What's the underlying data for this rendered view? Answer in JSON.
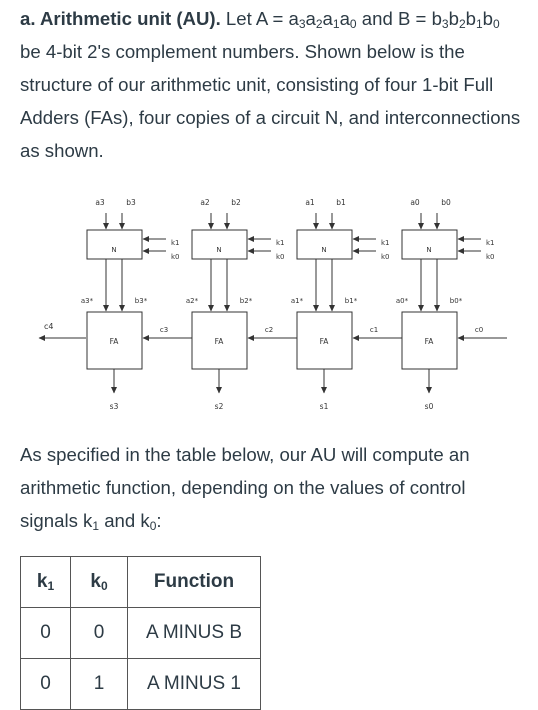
{
  "intro": {
    "label": "a. Arithmetic unit (AU).",
    "text1": "Let A = a",
    "a_sub": [
      "3",
      "2",
      "1",
      "0"
    ],
    "text2": " and B =",
    "b_pre": "b",
    "b_sub": [
      "3",
      "2",
      "1",
      "0"
    ],
    "text3": " be 4-bit 2's complement numbers. Shown below is the structure of our arithmetic unit, consisting of four 1-bit Full Adders (FAs), four copies of a circuit N, and interconnections as shown."
  },
  "circuit": {
    "stages": [
      {
        "a": "a3",
        "b": "b3",
        "k1": "k1",
        "k0": "k0",
        "n": "N",
        "a_star": "a3*",
        "b_star": "b3*",
        "fa": "FA",
        "cin": "c3",
        "s": "s3"
      },
      {
        "a": "a2",
        "b": "b2",
        "k1": "k1",
        "k0": "k0",
        "n": "N",
        "a_star": "a2*",
        "b_star": "b2*",
        "fa": "FA",
        "cin": "c2",
        "s": "s2"
      },
      {
        "a": "a1",
        "b": "b1",
        "k1": "k1",
        "k0": "k0",
        "n": "N",
        "a_star": "a1*",
        "b_star": "b1*",
        "fa": "FA",
        "cin": "c1",
        "s": "s1"
      },
      {
        "a": "a0",
        "b": "b0",
        "k1": "k1",
        "k0": "k0",
        "n": "N",
        "a_star": "a0*",
        "b_star": "b0*",
        "fa": "FA",
        "cin": "c0",
        "s": "s0"
      }
    ],
    "cout": "c4"
  },
  "middle": {
    "text1": "As specified in the table below, our AU will compute an arithmetic function, depending on the values of control signals k",
    "sub1": "1",
    "text2": " and k",
    "sub2": "0",
    "text3": ":"
  },
  "table": {
    "headers": {
      "k1": "k",
      "k1_sub": "1",
      "k0": "k",
      "k0_sub": "0",
      "fn": "Function"
    },
    "rows": [
      {
        "k1": "0",
        "k0": "0",
        "fn": "A MINUS B"
      },
      {
        "k1": "0",
        "k0": "1",
        "fn": "A MINUS 1"
      }
    ]
  }
}
